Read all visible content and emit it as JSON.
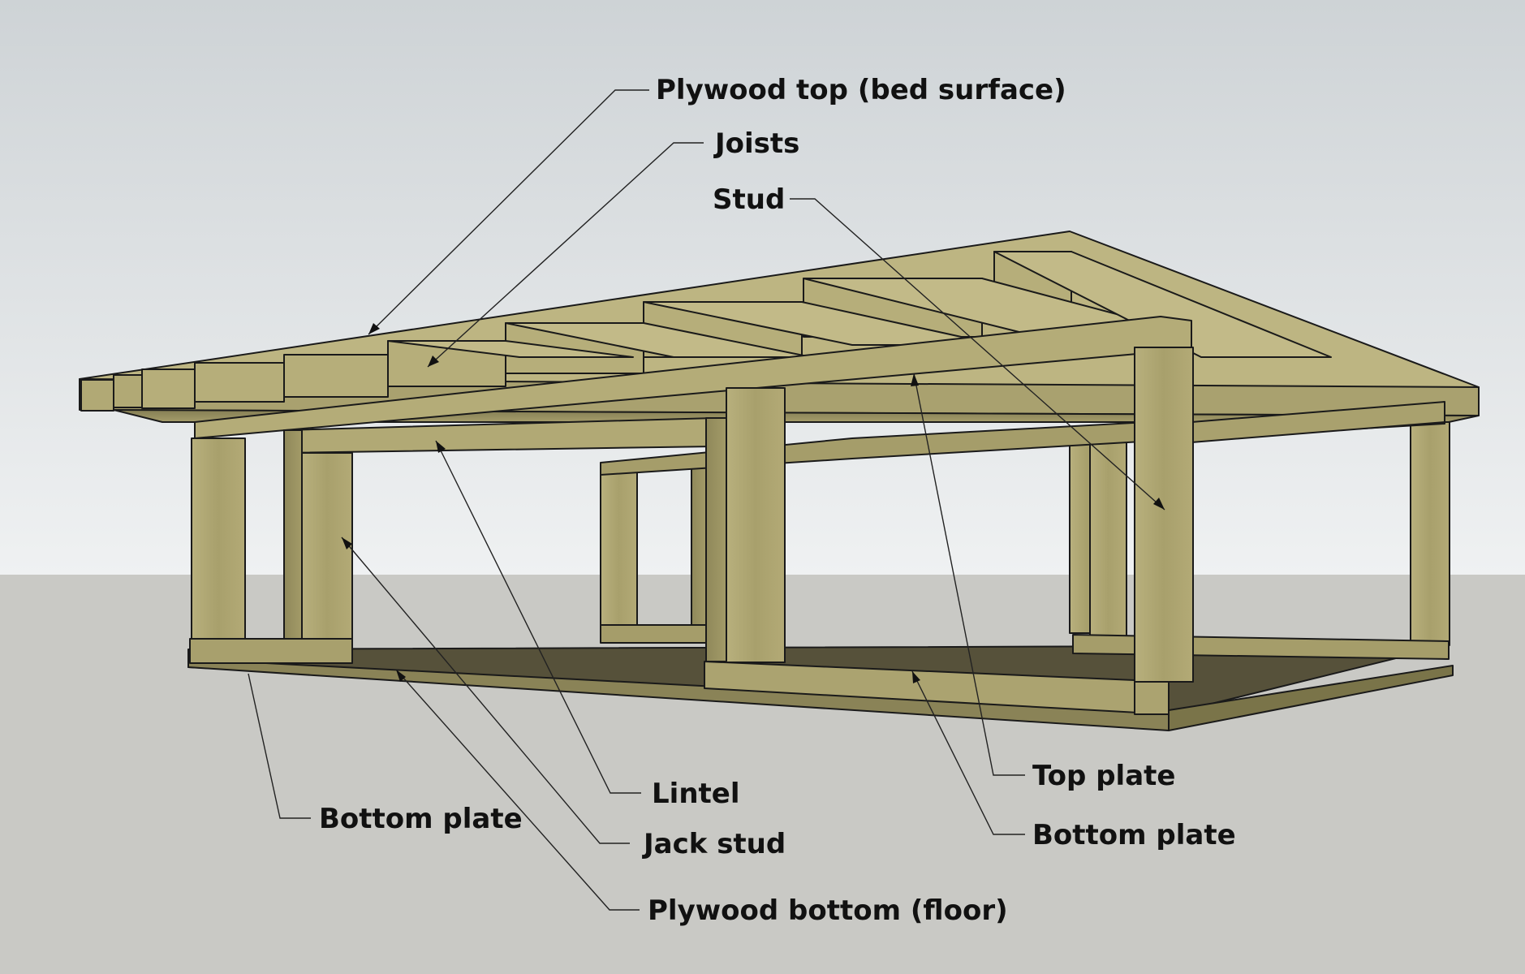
{
  "labels": {
    "plywood_top": "Plywood top (bed surface)",
    "joists": "Joists",
    "stud": "Stud",
    "lintel": "Lintel",
    "jack_stud": "Jack stud",
    "plywood_bottom": "Plywood bottom (floor)",
    "bottom_plate_left": "Bottom plate",
    "top_plate": "Top plate",
    "bottom_plate_right": "Bottom plate"
  },
  "colors": {
    "sky_top": "#d0d4d6",
    "sky_bottom": "#eef0f1",
    "ground": "#c9c9c5",
    "wood_light": "#b6ad7a",
    "wood_mid": "#9c9462",
    "wood_dark": "#6f6a44",
    "floor": "#4f4b34",
    "outline": "#1a1a1a"
  }
}
